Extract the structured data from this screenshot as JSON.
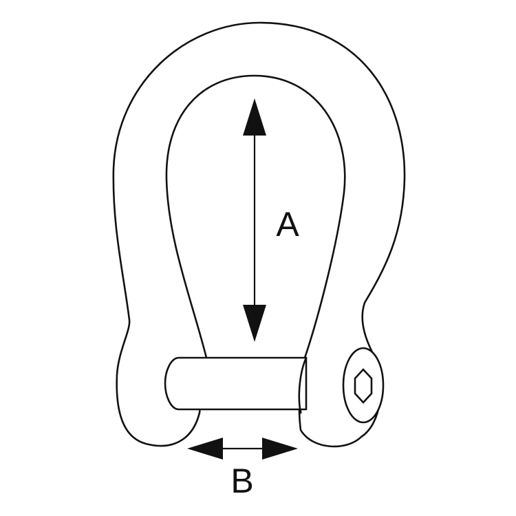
{
  "diagram": {
    "dimensions": [
      {
        "label": "A",
        "orientation": "vertical"
      },
      {
        "label": "B",
        "orientation": "horizontal"
      }
    ],
    "colors": {
      "stroke": "#111111",
      "fill": "#ffffff",
      "background": "#ffffff"
    }
  }
}
